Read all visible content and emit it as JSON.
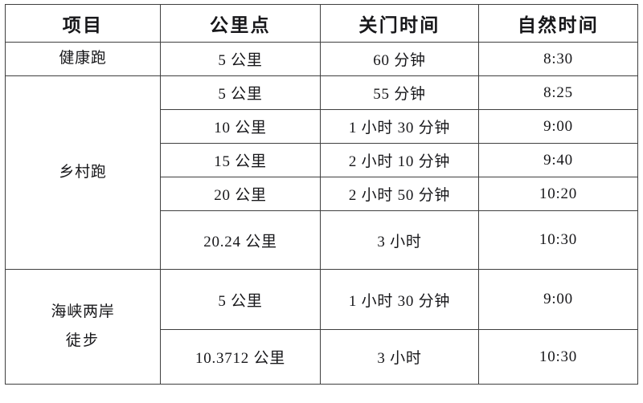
{
  "table": {
    "headers": [
      "项目",
      "公里点",
      "关门时间",
      "自然时间"
    ],
    "sections": [
      {
        "event": "健康跑",
        "event_lines": [
          "健康跑"
        ],
        "rows": [
          {
            "distance": "5 公里",
            "cutoff": "60 分钟",
            "clock": "8:30"
          }
        ]
      },
      {
        "event": "乡村跑",
        "event_lines": [
          "乡村跑"
        ],
        "rows": [
          {
            "distance": "5 公里",
            "cutoff": "55 分钟",
            "clock": "8:25"
          },
          {
            "distance": "10 公里",
            "cutoff": "1 小时 30 分钟",
            "clock": "9:00"
          },
          {
            "distance": "15 公里",
            "cutoff": "2 小时 10 分钟",
            "clock": "9:40"
          },
          {
            "distance": "20 公里",
            "cutoff": "2 小时 50 分钟",
            "clock": "10:20"
          },
          {
            "distance": "20.24 公里",
            "cutoff": "3 小时",
            "clock": "10:30"
          }
        ]
      },
      {
        "event": "海峡两岸徒步",
        "event_lines": [
          "海峡两岸",
          "徒步"
        ],
        "rows": [
          {
            "distance": "5 公里",
            "cutoff": "1 小时 30 分钟",
            "clock": "9:00"
          },
          {
            "distance": "10.3712 公里",
            "cutoff": "3 小时",
            "clock": "10:30"
          }
        ]
      }
    ]
  }
}
